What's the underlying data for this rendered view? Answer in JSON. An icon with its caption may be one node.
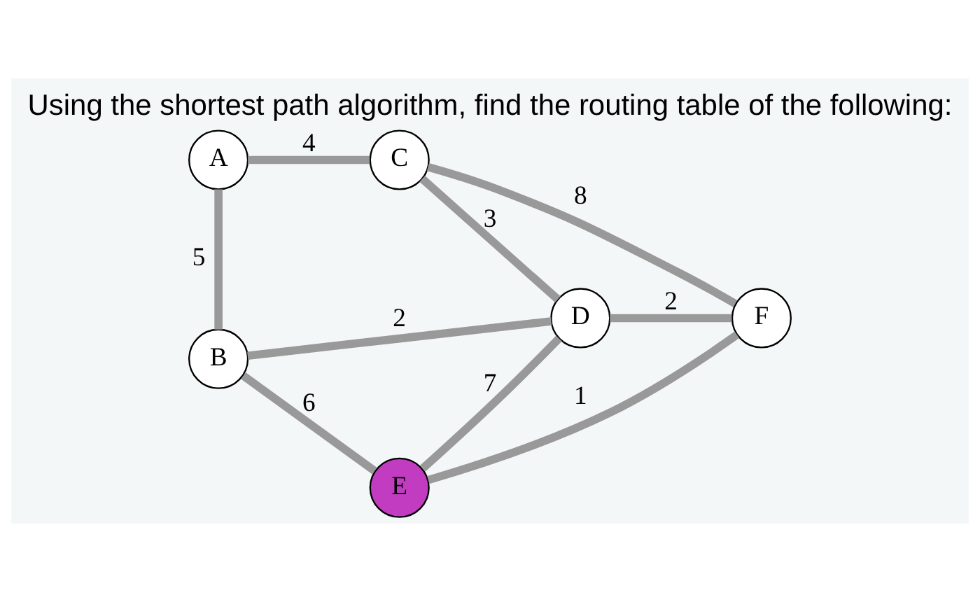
{
  "diagram": {
    "title": "Using the shortest path algorithm, find the routing table of the following:",
    "nodes": [
      {
        "text": [
          "A"
        ]
      },
      {
        "text": [
          "C"
        ]
      },
      {
        "text": [
          "D"
        ]
      },
      {
        "text": [
          "F"
        ]
      },
      {
        "text": [
          "B"
        ]
      },
      {
        "text": [
          "E"
        ]
      }
    ],
    "edges": [
      {
        "from": 0,
        "to": 1,
        "arrow": "none",
        "label": "4"
      },
      {
        "from": 0,
        "to": 4,
        "arrow": "none",
        "label": "5"
      },
      {
        "from": 1,
        "to": 2,
        "arrow": "none",
        "label": "3"
      },
      {
        "from": 1,
        "to": 3,
        "arrow": "none",
        "label": "8"
      },
      {
        "from": 2,
        "to": 3,
        "arrow": "none",
        "label": "2"
      },
      {
        "from": 4,
        "to": 2,
        "arrow": "none",
        "label": "2"
      },
      {
        "from": 2,
        "to": 5,
        "arrow": "none",
        "label": "7"
      },
      {
        "from": 4,
        "to": 5,
        "arrow": "none",
        "label": "6"
      },
      {
        "from": 5,
        "to": 3,
        "arrow": "none",
        "label": "1"
      }
    ]
  }
}
